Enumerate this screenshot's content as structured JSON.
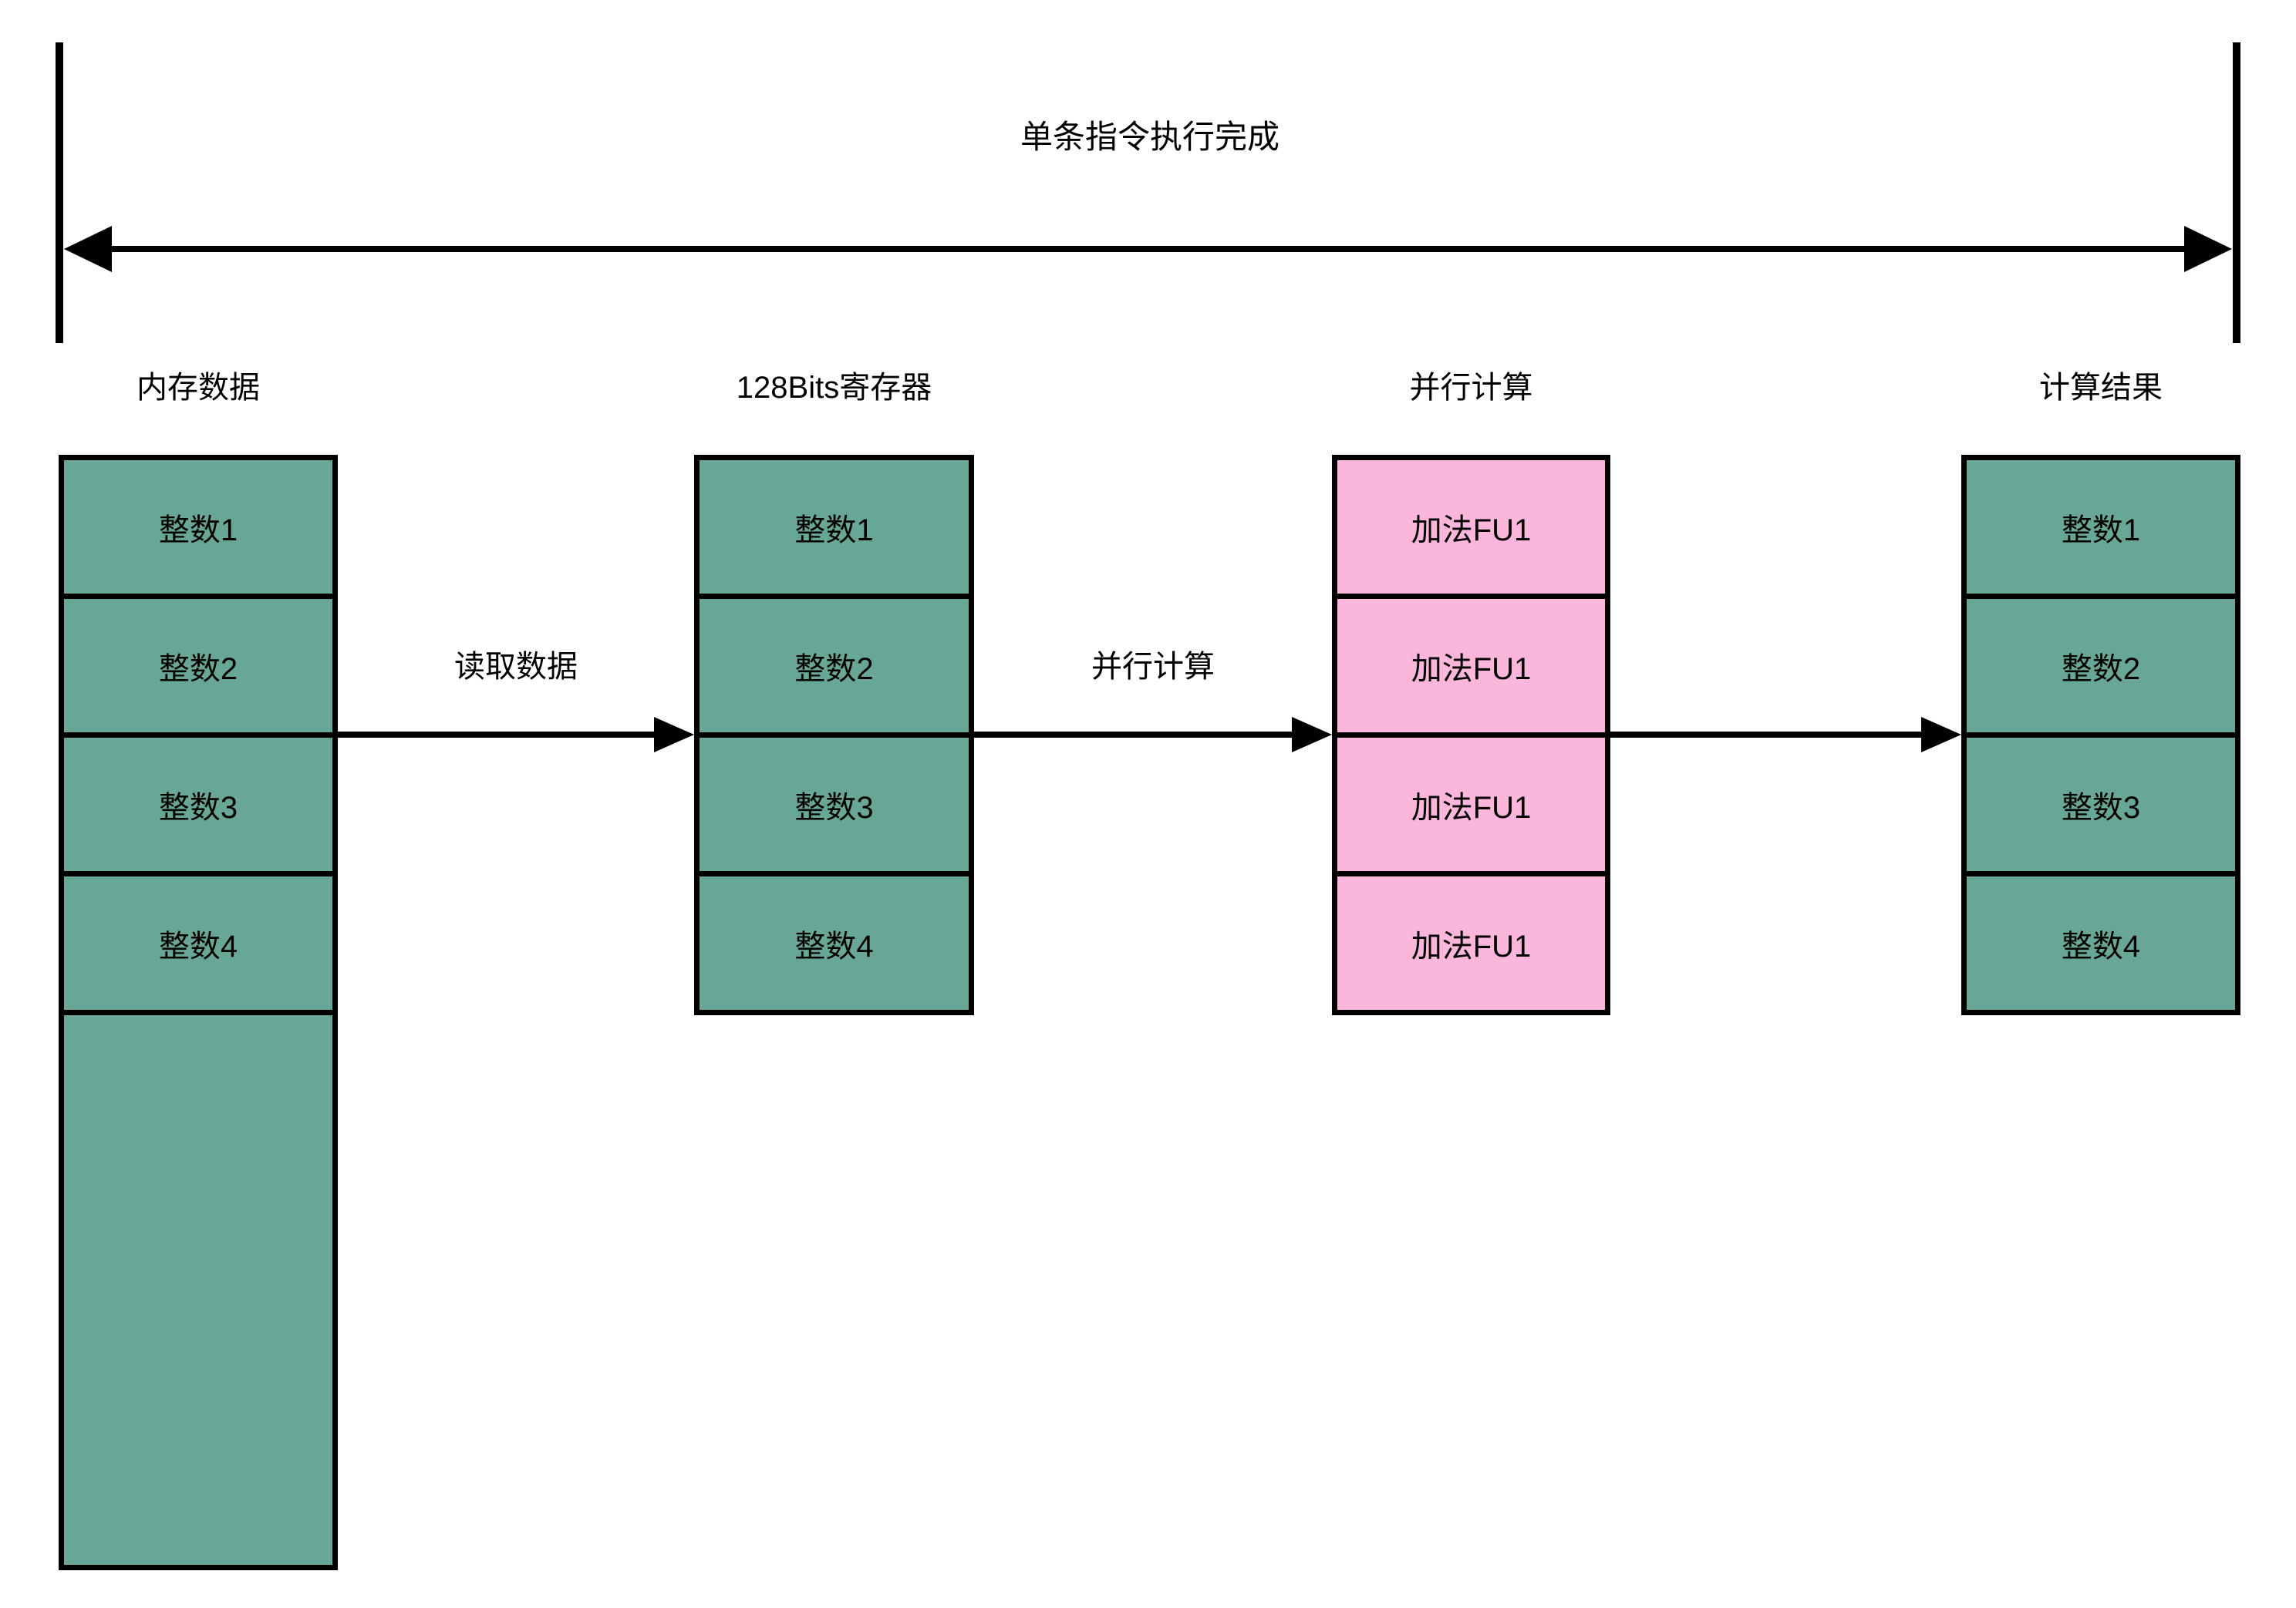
{
  "title": {
    "text": "单条指令执行完成"
  },
  "colors": {
    "background": "#FFFFFF",
    "text": "#000000",
    "line": "#000000",
    "green": "#68A796",
    "pink": "#FBB6DB"
  },
  "columns": [
    {
      "header": "内存数据",
      "fill": "green",
      "cells": [
        "整数1",
        "整数2",
        "整数3",
        "整数4"
      ],
      "has_empty_tail_cell": true
    },
    {
      "header": "128Bits寄存器",
      "fill": "green",
      "cells": [
        "整数1",
        "整数2",
        "整数3",
        "整数4"
      ]
    },
    {
      "header": "并行计算",
      "fill": "pink",
      "cells": [
        "加法FU1",
        "加法FU1",
        "加法FU1",
        "加法FU1"
      ]
    },
    {
      "header": "计算结果",
      "fill": "green",
      "cells": [
        "整数1",
        "整数2",
        "整数3",
        "整数4"
      ]
    }
  ],
  "arrows": [
    {
      "label": "读取数据"
    },
    {
      "label": "并行计算"
    },
    {
      "label": ""
    }
  ]
}
